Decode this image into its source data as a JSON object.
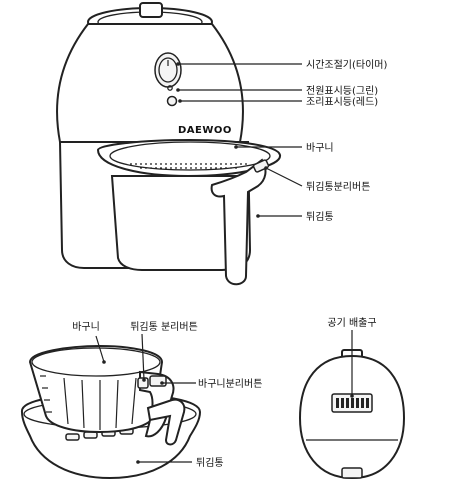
{
  "main_labels": {
    "timer": "시간조절기(타이머)",
    "power_lamp": "전원표시등(그린)",
    "cook_lamp": "조리표시등(레드)",
    "basket": "바구니",
    "release_button": "튀김통분리버튼",
    "pot": "튀김통"
  },
  "brand": "DAEWOO",
  "detail_labels": {
    "basket": "바구니",
    "pot_release_button": "튀김통 분리버튼",
    "basket_release_button": "바구니분리버튼",
    "pot": "튀김통"
  },
  "back_labels": {
    "air_outlet": "공기 배출구"
  }
}
